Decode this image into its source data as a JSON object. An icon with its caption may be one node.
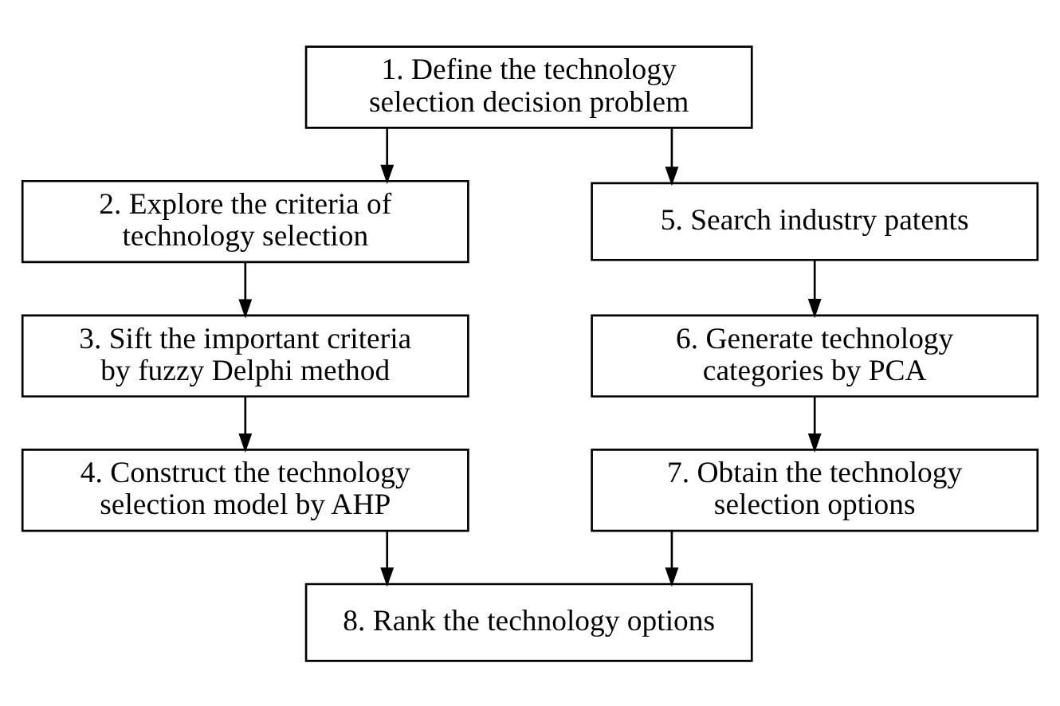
{
  "diagram": {
    "nodes": [
      {
        "text": [
          "1. Define the technology selection decision problem"
        ]
      },
      {
        "text": [
          "2. Explore the criteria of technology selection"
        ]
      },
      {
        "text": [
          "3. Sift the important criteria by fuzzy Delphi method"
        ]
      },
      {
        "text": [
          "4. Construct the technology selection model by AHP"
        ]
      },
      {
        "text": [
          "5. Search industry patents"
        ]
      },
      {
        "text": [
          "6. Generate technology categories by PCA"
        ]
      },
      {
        "text": [
          "7. Obtain the technology selection options"
        ]
      },
      {
        "text": [
          "8. Rank the technology options"
        ]
      }
    ],
    "edges": [
      {
        "from": 0,
        "to": 1,
        "arrow": "to"
      },
      {
        "from": 0,
        "to": 4,
        "arrow": "to"
      },
      {
        "from": 1,
        "to": 2,
        "arrow": "to"
      },
      {
        "from": 2,
        "to": 3,
        "arrow": "to"
      },
      {
        "from": 4,
        "to": 5,
        "arrow": "to"
      },
      {
        "from": 5,
        "to": 6,
        "arrow": "to"
      },
      {
        "from": 3,
        "to": 7,
        "arrow": "to"
      },
      {
        "from": 6,
        "to": 7,
        "arrow": "to"
      }
    ]
  }
}
